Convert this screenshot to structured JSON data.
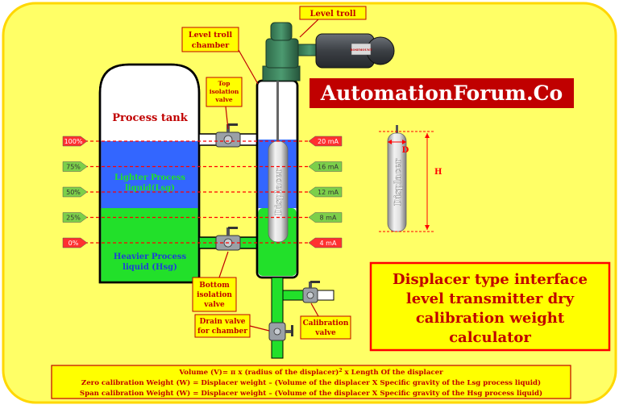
{
  "brand": "AutomationForum.Co",
  "title_lines": [
    "Displacer type interface",
    "level transmitter dry",
    "calibration weight",
    "calculator"
  ],
  "labels": {
    "level_troll": "Level troll",
    "level_troll_chamber": [
      "Level troll",
      "chamber"
    ],
    "top_isolation_valve": [
      "Top",
      "isolation",
      "valve"
    ],
    "bottom_isolation_valve": [
      "Bottom",
      "isolation",
      "valve"
    ],
    "drain_valve": [
      "Drain valve",
      "for chamber"
    ],
    "calibration_valve": [
      "Calibration",
      "valve"
    ],
    "process_tank": "Process tank",
    "lighter_liquid": [
      "Lighter Process",
      "liquid(Lsg)"
    ],
    "heavier_liquid": [
      "Heavier Process",
      "liquid (Hsg)"
    ],
    "displacer": "Displacer",
    "dim_d": "D",
    "dim_h": "H",
    "nameplate": "ROSEMOUNT"
  },
  "scale": [
    {
      "pct": "100%",
      "ma": "20 mA",
      "level": 1.0
    },
    {
      "pct": "75%",
      "ma": "16 mA",
      "level": 0.75
    },
    {
      "pct": "50%",
      "ma": "12 mA",
      "level": 0.5
    },
    {
      "pct": "25%",
      "ma": "8 mA",
      "level": 0.25
    },
    {
      "pct": "0%",
      "ma": "4 mA",
      "level": 0.0
    }
  ],
  "formula": {
    "volume_pre": "Volume (V)= π x  (radius of the displacer)",
    "volume_sup": "2",
    "volume_post": " x Length Of the displacer",
    "zero": "Zero calibration Weight (W) = Displacer weight – (Volume of the displacer X Specific gravity of the Lsg process  liquid)",
    "span": "Span calibration Weight (W) = Displacer weight – (Volume of the displacer X Specific gravity of the Hsg process  liquid)"
  },
  "colors": {
    "frame": "#ffff66",
    "frame_border": "#ffd700",
    "blue_liquid": "#3366ff",
    "green_liquid": "#22e02a",
    "red_text": "#c00000",
    "label_bg": "#ffff00",
    "arrow_red": "#ff3030",
    "arrow_green": "#7ccf4a",
    "brand_bg": "#c00000"
  }
}
